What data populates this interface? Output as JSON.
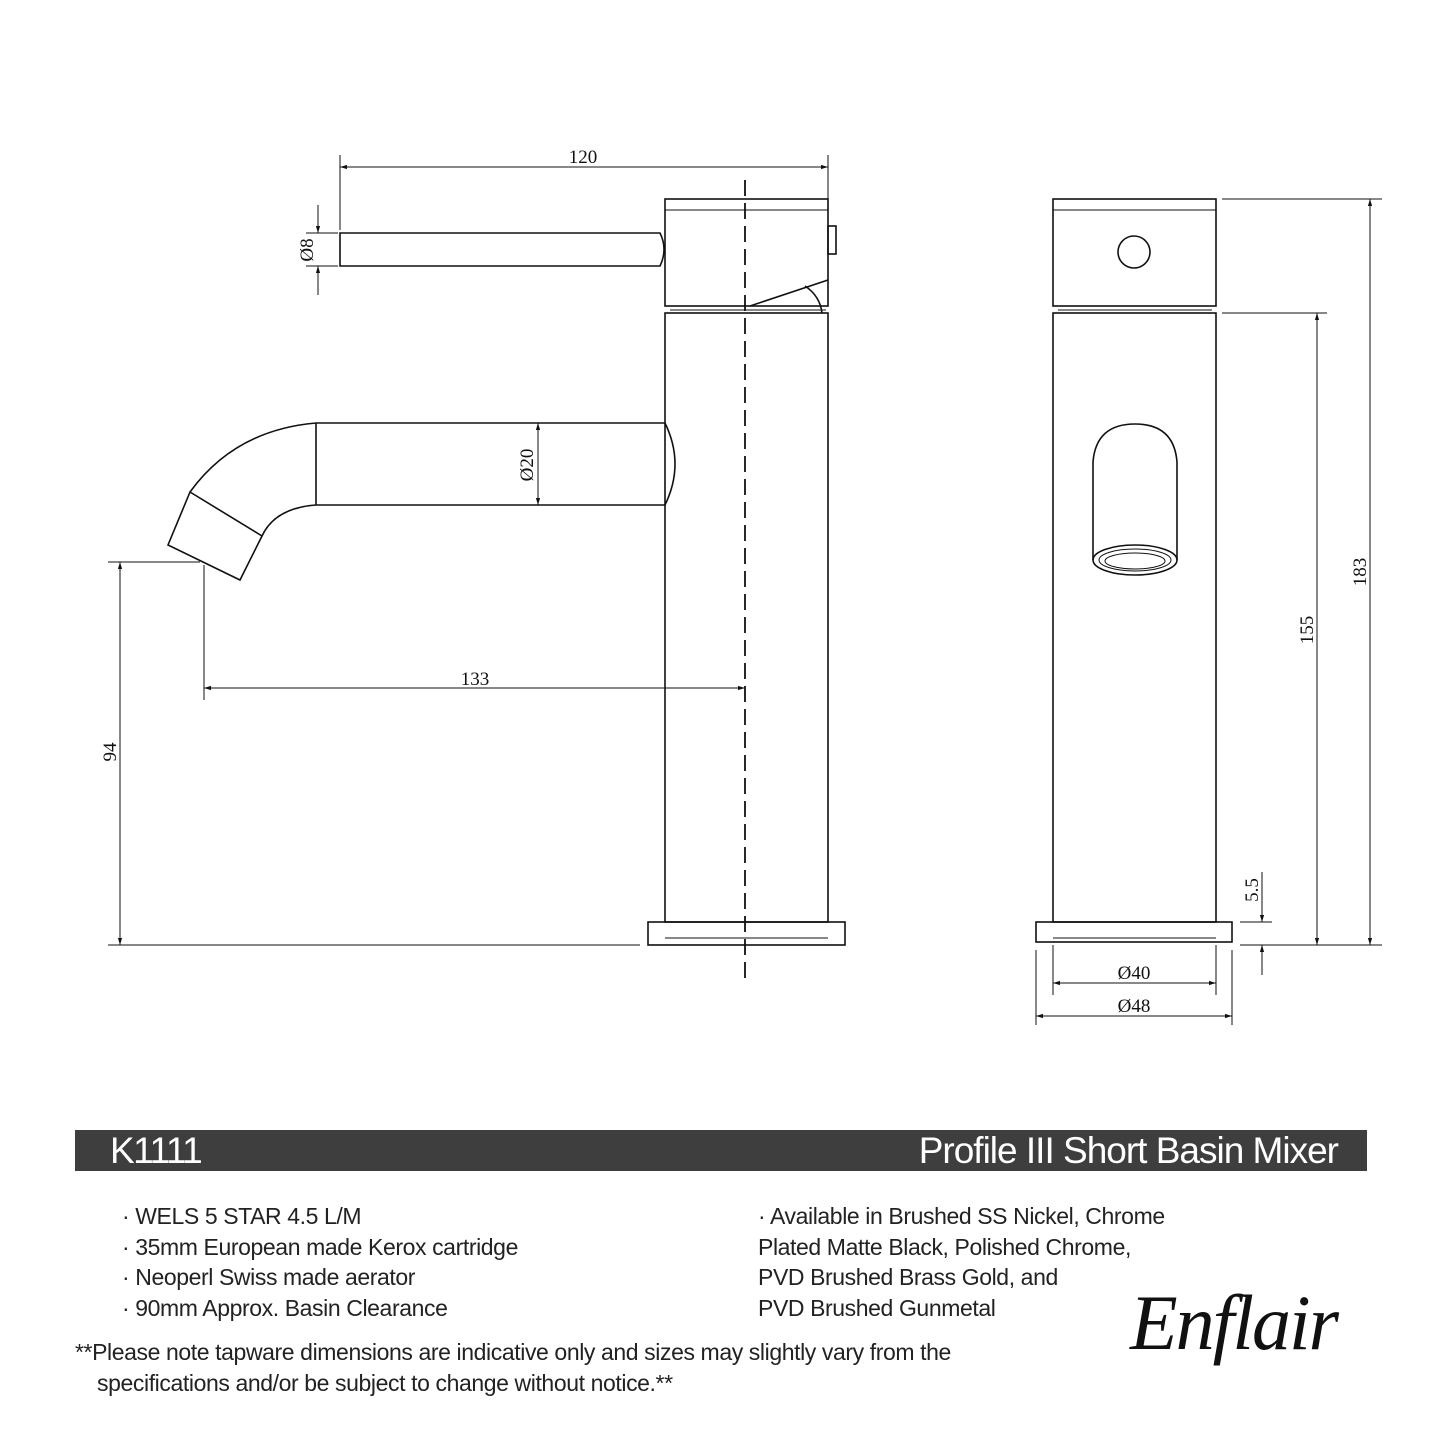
{
  "drawing": {
    "dimensions": {
      "handle_length": "120",
      "handle_diameter": "Ø8",
      "spout_diameter": "Ø20",
      "spout_reach": "133",
      "spout_height": "94",
      "body_height": "155",
      "total_height": "183",
      "base_thickness": "5.5",
      "body_diameter": "Ø40",
      "base_diameter": "Ø48"
    }
  },
  "header": {
    "code": "K1111",
    "title": "Profile III Short Basin Mixer",
    "background_color": "#3e3e3e"
  },
  "specs_left": [
    "· WELS 5 STAR 4.5 L/M",
    "· 35mm European made Kerox cartridge",
    "· Neoperl Swiss made aerator",
    "· 90mm Approx. Basin Clearance"
  ],
  "specs_right": [
    "· Available in Brushed SS Nickel, Chrome",
    "Plated Matte Black, Polished Chrome,",
    "PVD Brushed Brass Gold, and",
    "PVD Brushed Gunmetal"
  ],
  "note": {
    "line1": "**Please note tapware dimensions are indicative only and sizes may slightly vary from the",
    "line2": "specifications and/or be subject to change without notice.**"
  },
  "logo": "Enflair"
}
